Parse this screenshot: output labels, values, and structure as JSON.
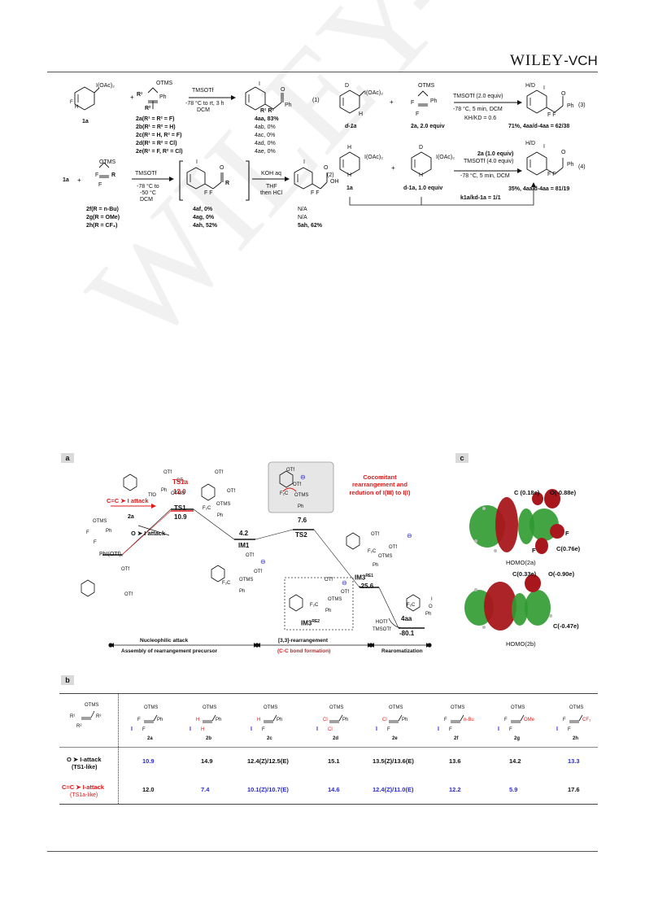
{
  "header": {
    "logo_main": "WILEY",
    "logo_sep": "-",
    "logo_sub": "VCH"
  },
  "eq1": {
    "reagent_top": "I(OAc)₂",
    "reagent_sub": "F",
    "reagent_h": "H",
    "reagent_label": "1a",
    "plus": "+",
    "otms": "OTMS",
    "r1": "R¹",
    "ph": "Ph",
    "r2": "R²",
    "arrow_top": "TMSOTf",
    "arrow_bottom1": "-78 °C to rt, 3 h",
    "arrow_bottom2": "DCM",
    "prod_i": "I",
    "prod_o": "O",
    "prod_ph": "Ph",
    "prod_r": "R¹ R²",
    "number": "(1)",
    "substrates": [
      "2a(R¹ = R² = F)",
      "2b(R¹ = R² = H)",
      "2c(R¹ = H, R² = F)",
      "2d(R¹ = R² = Cl)",
      "2e(R¹ = F, R² = Cl)"
    ],
    "products": [
      "4aa, 83%",
      "4ab, 0%",
      "4ac, 0%",
      "4ad, 0%",
      "4ae, 0%"
    ]
  },
  "eq2": {
    "start": "1a",
    "plus": "+",
    "otms": "OTMS",
    "r": "R",
    "f1": "F",
    "f2": "F",
    "arrow_top": "TMSOTf",
    "arrow_bottom1": "-78 °C to",
    "arrow_bottom2": "-50 °C",
    "arrow_bottom3": "DCM",
    "int_i": "I",
    "int_o": "O",
    "int_r": "R",
    "int_ff": "F  F",
    "arrow2_top": "KOH aq",
    "arrow2_bottom1": "THF",
    "arrow2_bottom2": "then HCl",
    "acid_i": "I",
    "acid_o": "O",
    "acid_oh": "OH",
    "acid_ff": "F  F",
    "number": "(2)",
    "substrates": [
      "2f(R = n-Bu)",
      "2g(R = OMe)",
      "2h(R = CF₃)"
    ],
    "intermediates": [
      "4af, 0%",
      "4ag, 0%",
      "4ah, 52%"
    ],
    "products": [
      "N/A",
      "N/A",
      "5ah, 62%"
    ]
  },
  "eq3": {
    "d": "D",
    "reagent": "I(OAc)₂",
    "h": "H",
    "label": "d-1a",
    "plus": "+",
    "otms": "OTMS",
    "ph": "Ph",
    "f1": "F",
    "f2": "F",
    "label2": "2a, 2.0 equiv",
    "arrow_top": "TMSOTf (2.0 equiv)",
    "arrow_bottom": "-78 °C, 5 min, DCM",
    "kie": "KH/KD = 0.6",
    "prod_hd": "H/D",
    "prod_i": "I",
    "prod_o": "O",
    "prod_ph": "Ph",
    "prod_ff": "F F",
    "result": "71%, 4aa/d-4aa = 62/38",
    "number": "(3)"
  },
  "eq4": {
    "h1": "H",
    "reagent1": "I(OAc)₂",
    "h2": "H",
    "label1": "1a",
    "plus": "+",
    "d": "D",
    "reagent2": "I(OAc)₂",
    "h3": "H",
    "label2": "d-1a, 1.0 equiv",
    "arrow_top1": "2a (1.0 equiv)",
    "arrow_top2": "TMSOTf (4.0 equiv)",
    "arrow_bottom": "-78 °C, 5 min, DCM",
    "prod_hd": "H/D",
    "prod_i": "I",
    "prod_o": "O",
    "prod_ph": "Ph",
    "prod_ff": "F F",
    "result": "35%, 4aa/d-4aa = 81/19",
    "kie": "k1a/kd-1a = 1/1",
    "number": "(4)"
  },
  "panel_a": {
    "label": "a",
    "start_label": "PhI(OTf)₂",
    "ts1a": "TS1a",
    "ts1a_energy": "12.0",
    "ts1": "TS1",
    "ts1_energy": "10.9",
    "cc_attack": "C=C ➤ I attack",
    "o_attack": "O ➤ I attack",
    "reagent_2a": "2a",
    "im1": "IM1",
    "im1_energy": "4.2",
    "ts2": "TS2",
    "ts2_energy": "7.6",
    "cocomitant": [
      "Cocomitant",
      "rearrangement and",
      "redution of I(III) to I(I)"
    ],
    "im3re1": "IM3",
    "im3re1_sup": "RE1",
    "im3re1_energy": "-25.6",
    "im3re2": "IM3",
    "im3re2_sup": "RE2",
    "product": "4aa",
    "product_energy": "-80.1",
    "hotf": "HOTf",
    "tmsotf": "TMSOTf",
    "stage1_top": "Nucleophilic attack",
    "stage1_bottom": "Assembly of rearrangement precursor",
    "stage2_top": "[3,3]-rearrangement",
    "stage2_bottom": "(C-C bond formation)",
    "stage3": "Rearomatization",
    "otf": "OTf",
    "otms": "OTMS",
    "ph": "Ph",
    "f2c": "F₂C",
    "cf2": "CF₂",
    "i": "I",
    "f": "F",
    "h": "H",
    "o": "O",
    "tfo": "TfO",
    "minus": "⊖",
    "plus": "⊕"
  },
  "panel_c": {
    "label": "c",
    "orb1_c": "C (0.18e)",
    "orb1_o": "O(-0.88e)",
    "orb1_f": "F",
    "orb1_c2": "C(0.76e)",
    "orb1_f2": "F",
    "orb1_title": "HOMO(2a)",
    "orb2_c": "C(0.33e)",
    "orb2_o": "O(-0.90e)",
    "orb2_c2": "C(-0.47e)",
    "orb2_title": "HOMO(2b)"
  },
  "panel_b": {
    "label": "b",
    "generic": {
      "otms": "OTMS",
      "r1": "R¹",
      "r2": "R²",
      "r3": "R³"
    },
    "compounds": [
      {
        "id": "2a",
        "sub1": "F",
        "sub2": "F",
        "r": "Ph",
        "mark": "I"
      },
      {
        "id": "2b",
        "sub1": "H",
        "sub2": "H",
        "r": "Ph",
        "mark": "I"
      },
      {
        "id": "2c",
        "sub1": "H",
        "sub2": "F",
        "r": "Ph",
        "mark": "I"
      },
      {
        "id": "2d",
        "sub1": "Cl",
        "sub2": "Cl",
        "r": "Ph",
        "mark": "I"
      },
      {
        "id": "2e",
        "sub1": "Cl",
        "sub2": "F",
        "r": "Ph",
        "mark": "I"
      },
      {
        "id": "2f",
        "sub1": "F",
        "sub2": "F",
        "r": "n-Bu",
        "mark": "I"
      },
      {
        "id": "2g",
        "sub1": "F",
        "sub2": "F",
        "r": "OMe",
        "mark": "I"
      },
      {
        "id": "2h",
        "sub1": "F",
        "sub2": "F",
        "r": "CF₃",
        "mark": "I"
      }
    ],
    "row1_label1": "O ➤ I-attack",
    "row1_label2": "(TS1-like)",
    "row1": [
      "10.9",
      "14.9",
      "12.4(Z)/12.5(E)",
      "15.1",
      "13.5(Z)/13.6(E)",
      "13.6",
      "14.2",
      "13.3"
    ],
    "row2_label1": "C=C ➤ I-attack",
    "row2_label2": "(TS1a-like)",
    "row2": [
      "12.0",
      "7.4",
      "10.1(Z)/10.7(E)",
      "14.6",
      "12.4(Z)/11.0(E)",
      "12.2",
      "5.9",
      "17.6"
    ],
    "row1_blue": [
      true,
      false,
      false,
      false,
      false,
      false,
      false,
      true
    ],
    "row2_blue": [
      false,
      true,
      true,
      true,
      true,
      true,
      true,
      false
    ]
  },
  "watermark": "WILEY-VCH",
  "colors": {
    "red": "#e01818",
    "blue": "#2b2bd6",
    "orbital_red": "#a8171c",
    "orbital_green": "#2f9a2f"
  }
}
